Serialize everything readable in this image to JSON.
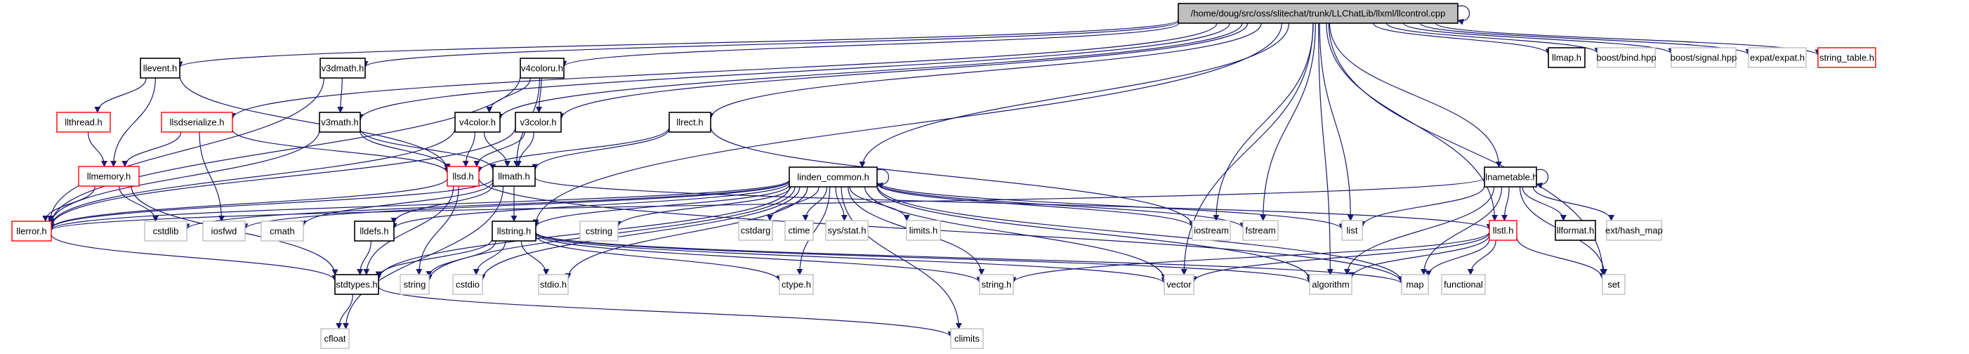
{
  "title": "/home/doug/src/oss/slitechat/trunk/LLChatLib/llxml/llcontrol.cpp",
  "colors": {
    "edge": "#191970",
    "root_fill": "#bfbfbf",
    "documented_border": "#000000",
    "truncated_border": "#ff0000",
    "external_border": "#bfbfbf"
  },
  "nodes": [
    {
      "id": "root",
      "label": "/home/doug/src/oss/slitechat/trunk/LLChatLib/llxml/llcontrol.cpp",
      "kind": "root"
    },
    {
      "id": "llevent",
      "label": "llevent.h",
      "kind": "documented"
    },
    {
      "id": "v3dmath",
      "label": "v3dmath.h",
      "kind": "documented"
    },
    {
      "id": "v4coloru",
      "label": "v4coloru.h",
      "kind": "documented"
    },
    {
      "id": "llthread",
      "label": "llthread.h",
      "kind": "truncated"
    },
    {
      "id": "llsdserialize",
      "label": "llsdserialize.h",
      "kind": "truncated"
    },
    {
      "id": "v3math",
      "label": "v3math.h",
      "kind": "documented"
    },
    {
      "id": "v4color",
      "label": "v4color.h",
      "kind": "documented"
    },
    {
      "id": "v3color",
      "label": "v3color.h",
      "kind": "documented"
    },
    {
      "id": "llrect",
      "label": "llrect.h",
      "kind": "documented"
    },
    {
      "id": "llmemory",
      "label": "llmemory.h",
      "kind": "truncated"
    },
    {
      "id": "llsd",
      "label": "llsd.h",
      "kind": "truncated"
    },
    {
      "id": "llmath",
      "label": "llmath.h",
      "kind": "documented"
    },
    {
      "id": "linden_common",
      "label": "linden_common.h",
      "kind": "documented"
    },
    {
      "id": "llnametable",
      "label": "llnametable.h",
      "kind": "documented"
    },
    {
      "id": "llerror",
      "label": "llerror.h",
      "kind": "truncated"
    },
    {
      "id": "cstdlib",
      "label": "cstdlib",
      "kind": "external"
    },
    {
      "id": "iosfwd",
      "label": "iosfwd",
      "kind": "external"
    },
    {
      "id": "cmath",
      "label": "cmath",
      "kind": "external"
    },
    {
      "id": "lldefs",
      "label": "lldefs.h",
      "kind": "documented"
    },
    {
      "id": "llstring",
      "label": "llstring.h",
      "kind": "documented"
    },
    {
      "id": "cstring",
      "label": "cstring",
      "kind": "external"
    },
    {
      "id": "cstdarg",
      "label": "cstdarg",
      "kind": "external"
    },
    {
      "id": "ctime",
      "label": "ctime",
      "kind": "external"
    },
    {
      "id": "sysstat",
      "label": "sys/stat.h",
      "kind": "external"
    },
    {
      "id": "limits",
      "label": "limits.h",
      "kind": "external"
    },
    {
      "id": "iostream",
      "label": "iostream",
      "kind": "external"
    },
    {
      "id": "fstream",
      "label": "fstream",
      "kind": "external"
    },
    {
      "id": "list",
      "label": "list",
      "kind": "external"
    },
    {
      "id": "llstl",
      "label": "llstl.h",
      "kind": "truncated"
    },
    {
      "id": "llformat",
      "label": "llformat.h",
      "kind": "documented"
    },
    {
      "id": "hash_map",
      "label": "ext/hash_map",
      "kind": "external"
    },
    {
      "id": "stdtypes",
      "label": "stdtypes.h",
      "kind": "documented"
    },
    {
      "id": "string",
      "label": "string",
      "kind": "external"
    },
    {
      "id": "cstdio",
      "label": "cstdio",
      "kind": "external"
    },
    {
      "id": "stdio",
      "label": "stdio.h",
      "kind": "external"
    },
    {
      "id": "ctype",
      "label": "ctype.h",
      "kind": "external"
    },
    {
      "id": "stringh",
      "label": "string.h",
      "kind": "external"
    },
    {
      "id": "vector",
      "label": "vector",
      "kind": "external"
    },
    {
      "id": "algorithm",
      "label": "algorithm",
      "kind": "external"
    },
    {
      "id": "map",
      "label": "map",
      "kind": "external"
    },
    {
      "id": "functional",
      "label": "functional",
      "kind": "external"
    },
    {
      "id": "set",
      "label": "set",
      "kind": "external"
    },
    {
      "id": "cfloat",
      "label": "cfloat",
      "kind": "external"
    },
    {
      "id": "climits",
      "label": "climits",
      "kind": "external"
    },
    {
      "id": "llmap",
      "label": "llmap.h",
      "kind": "documented"
    },
    {
      "id": "boost_bind",
      "label": "boost/bind.hpp",
      "kind": "external"
    },
    {
      "id": "boost_signal",
      "label": "boost/signal.hpp",
      "kind": "external"
    },
    {
      "id": "expat",
      "label": "expat/expat.h",
      "kind": "external"
    },
    {
      "id": "string_table",
      "label": "string_table.h",
      "kind": "truncated"
    }
  ],
  "edges": [
    [
      "root",
      "root"
    ],
    [
      "root",
      "llevent"
    ],
    [
      "root",
      "v3dmath"
    ],
    [
      "root",
      "v4coloru"
    ],
    [
      "root",
      "llsdserialize"
    ],
    [
      "root",
      "v3math"
    ],
    [
      "root",
      "v4color"
    ],
    [
      "root",
      "v3color"
    ],
    [
      "root",
      "llrect"
    ],
    [
      "root",
      "linden_common"
    ],
    [
      "root",
      "llnametable"
    ],
    [
      "root",
      "llstring"
    ],
    [
      "root",
      "iostream"
    ],
    [
      "root",
      "fstream"
    ],
    [
      "root",
      "vector"
    ],
    [
      "root",
      "algorithm"
    ],
    [
      "root",
      "list"
    ],
    [
      "root",
      "llstl"
    ],
    [
      "root",
      "set"
    ],
    [
      "root",
      "llmap"
    ],
    [
      "root",
      "boost_bind"
    ],
    [
      "root",
      "boost_signal"
    ],
    [
      "root",
      "expat"
    ],
    [
      "root",
      "string_table"
    ],
    [
      "llevent",
      "llthread"
    ],
    [
      "llevent",
      "llmemory"
    ],
    [
      "llevent",
      "llsd"
    ],
    [
      "v3dmath",
      "v3math"
    ],
    [
      "v3dmath",
      "llerror"
    ],
    [
      "v4coloru",
      "v4color"
    ],
    [
      "v4coloru",
      "v3color"
    ],
    [
      "v4coloru",
      "llmath"
    ],
    [
      "v4coloru",
      "llerror"
    ],
    [
      "llthread",
      "llmemory"
    ],
    [
      "llsdserialize",
      "llmemory"
    ],
    [
      "llsdserialize",
      "iosfwd"
    ],
    [
      "llsdserialize",
      "llsd"
    ],
    [
      "v3math",
      "llsd"
    ],
    [
      "v3math",
      "llmath"
    ],
    [
      "v3math",
      "llerror"
    ],
    [
      "v4color",
      "llsd"
    ],
    [
      "v4color",
      "llmath"
    ],
    [
      "v4color",
      "llerror"
    ],
    [
      "v3color",
      "llsd"
    ],
    [
      "v3color",
      "llmath"
    ],
    [
      "v3color",
      "llerror"
    ],
    [
      "llrect",
      "llsd"
    ],
    [
      "llrect",
      "llmath"
    ],
    [
      "llrect",
      "iostream"
    ],
    [
      "llmemory",
      "llerror"
    ],
    [
      "llmemory",
      "cstdlib"
    ],
    [
      "llmemory",
      "stdtypes"
    ],
    [
      "llsd",
      "llerror"
    ],
    [
      "llsd",
      "stdtypes"
    ],
    [
      "llsd",
      "map"
    ],
    [
      "llsd",
      "string"
    ],
    [
      "llmath",
      "llstring"
    ],
    [
      "llmath",
      "lldefs"
    ],
    [
      "llmath",
      "cmath"
    ],
    [
      "llmath",
      "llstl"
    ],
    [
      "llmath",
      "llerror"
    ],
    [
      "llmath",
      "cfloat"
    ],
    [
      "linden_common",
      "linden_common"
    ],
    [
      "linden_common",
      "llerror"
    ],
    [
      "linden_common",
      "cstdlib"
    ],
    [
      "linden_common",
      "iosfwd"
    ],
    [
      "linden_common",
      "lldefs"
    ],
    [
      "linden_common",
      "llstring"
    ],
    [
      "linden_common",
      "cstring"
    ],
    [
      "linden_common",
      "cstdarg"
    ],
    [
      "linden_common",
      "ctime"
    ],
    [
      "linden_common",
      "sysstat"
    ],
    [
      "linden_common",
      "limits"
    ],
    [
      "linden_common",
      "iostream"
    ],
    [
      "linden_common",
      "fstream"
    ],
    [
      "linden_common",
      "list"
    ],
    [
      "linden_common",
      "stdtypes"
    ],
    [
      "linden_common",
      "string"
    ],
    [
      "linden_common",
      "cstdio"
    ],
    [
      "linden_common",
      "stdio"
    ],
    [
      "linden_common",
      "ctype"
    ],
    [
      "linden_common",
      "stringh"
    ],
    [
      "linden_common",
      "vector"
    ],
    [
      "linden_common",
      "algorithm"
    ],
    [
      "linden_common",
      "map"
    ],
    [
      "linden_common",
      "climits"
    ],
    [
      "llnametable",
      "llnametable"
    ],
    [
      "llnametable",
      "llerror"
    ],
    [
      "llnametable",
      "list"
    ],
    [
      "llnametable",
      "llstl"
    ],
    [
      "llnametable",
      "llformat"
    ],
    [
      "llnametable",
      "hash_map"
    ],
    [
      "llnametable",
      "map"
    ],
    [
      "llnametable",
      "algorithm"
    ],
    [
      "llnametable",
      "set"
    ],
    [
      "llerror",
      "stdtypes"
    ],
    [
      "lldefs",
      "stdtypes"
    ],
    [
      "llstring",
      "stdtypes"
    ],
    [
      "llstring",
      "string"
    ],
    [
      "llstring",
      "cstdio"
    ],
    [
      "llstring",
      "stdio"
    ],
    [
      "llstring",
      "ctype"
    ],
    [
      "llstring",
      "stringh"
    ],
    [
      "llstring",
      "vector"
    ],
    [
      "llstring",
      "algorithm"
    ],
    [
      "llstring",
      "map"
    ],
    [
      "llstl",
      "map"
    ],
    [
      "llstl",
      "functional"
    ],
    [
      "llstl",
      "set"
    ],
    [
      "llstl",
      "algorithm"
    ],
    [
      "llstl",
      "vector"
    ],
    [
      "llstl",
      "stringh"
    ],
    [
      "stdtypes",
      "cfloat"
    ],
    [
      "stdtypes",
      "climits"
    ]
  ]
}
